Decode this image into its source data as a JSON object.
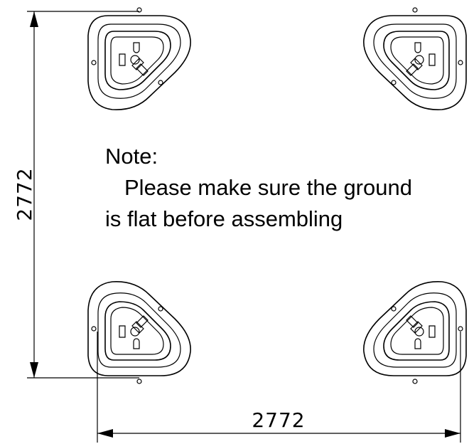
{
  "dimensions": {
    "vertical_label": "2772",
    "horizontal_label": "2772"
  },
  "note": {
    "heading": "Note:",
    "line1": "Please make sure the ground",
    "line2": "is flat before assembling"
  },
  "feet": [
    {
      "name": "foot-top-left",
      "orientation": "top-left"
    },
    {
      "name": "foot-top-right",
      "orientation": "top-right"
    },
    {
      "name": "foot-bottom-left",
      "orientation": "bottom-left"
    },
    {
      "name": "foot-bottom-right",
      "orientation": "bottom-right"
    }
  ]
}
